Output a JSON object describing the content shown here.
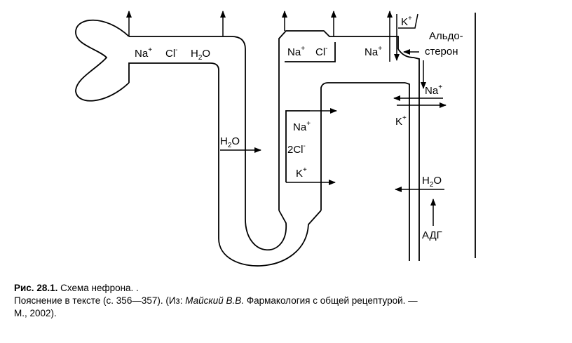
{
  "labels": {
    "prox_na": "Na",
    "prox_cl": "Cl",
    "prox_h2o_h": "H",
    "prox_h2o_sub": "2",
    "prox_h2o_o": "O",
    "distal_na": "Na",
    "distal_cl": "Cl",
    "aldo_na": "Na",
    "k_top": "K",
    "aldosterone_1": "Альдо-",
    "aldosterone_2": "стерон",
    "cd_na": "Na",
    "cd_k": "K",
    "desc_h2o_h": "H",
    "desc_h2o_sub": "2",
    "desc_h2o_o": "O",
    "asc_na": "Na",
    "asc_2cl": "2Cl",
    "asc_k": "K",
    "cd_h2o_h": "H",
    "cd_h2o_sub": "2",
    "cd_h2o_o": "O",
    "adh": "АДГ",
    "plus": "+",
    "minus": "-"
  },
  "caption": {
    "fig_label": "Рис. 28.1.",
    "title": "Схема нефрона. .",
    "line2_start": "Пояснение в тексте (с. 356—357). (Из:",
    "author": "Майский В.В.",
    "line2_end": "Фармакология с общей рецептурой. —",
    "line3": "М., 2002)."
  }
}
